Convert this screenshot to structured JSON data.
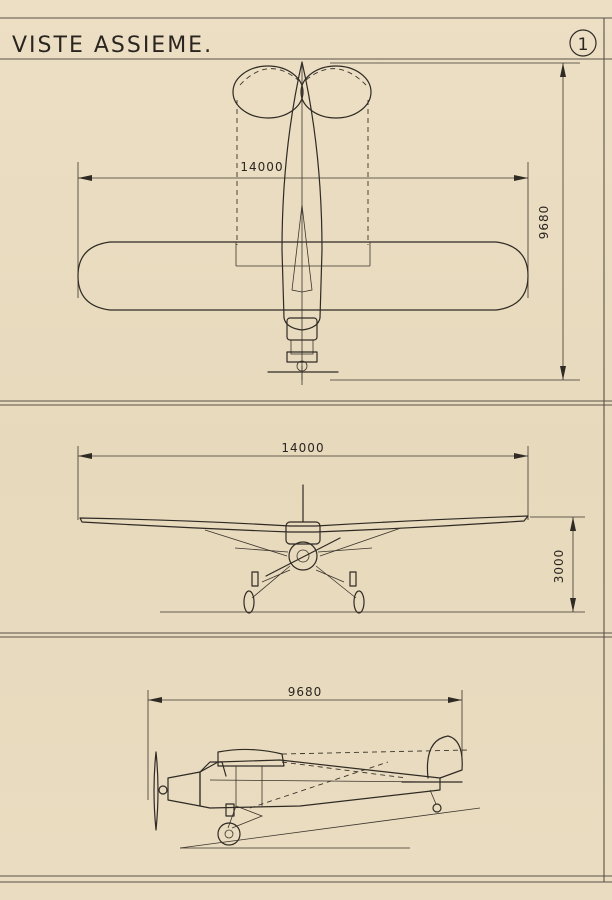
{
  "title": "VISTE ASSIEME.",
  "sheet_number": "1",
  "views": {
    "top": {
      "span_label": "14000",
      "length_label": "9680"
    },
    "front": {
      "span_label": "14000",
      "height_label": "3000"
    },
    "side": {
      "length_label": "9680"
    }
  },
  "colors": {
    "paper": "#e9dcc0",
    "ink": "#2f2a24"
  }
}
